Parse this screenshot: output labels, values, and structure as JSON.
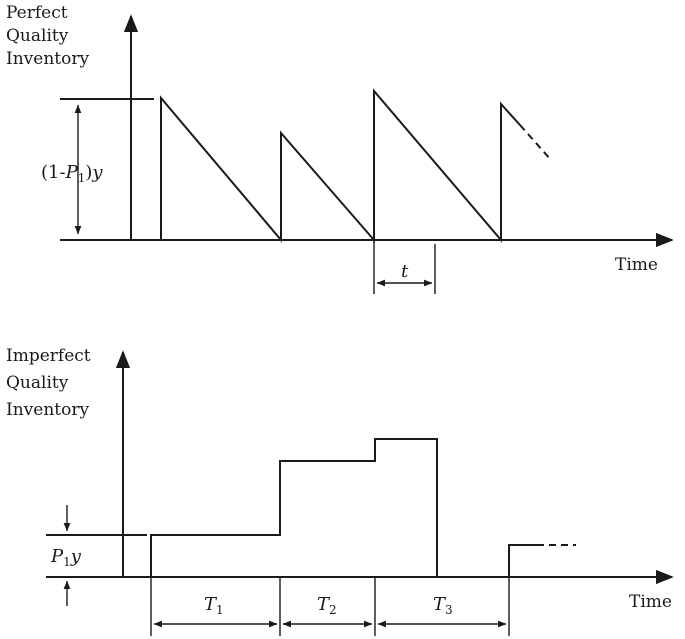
{
  "top_panel": {
    "y_axis_label": [
      "Perfect",
      "Quality",
      "Inventory"
    ],
    "x_axis_label": "Time",
    "level_label": {
      "prefix": "(1-",
      "var": "P",
      "sub": "1",
      "close": ")",
      "suffix": "y"
    },
    "interval_label": "t"
  },
  "bottom_panel": {
    "y_axis_label": [
      "Imperfect",
      "Quality",
      "Inventory"
    ],
    "x_axis_label": "Time",
    "level_label": {
      "var": "P",
      "sub": "1",
      "suffix": "y"
    },
    "periods": [
      {
        "var": "T",
        "sub": "1"
      },
      {
        "var": "T",
        "sub": "2"
      },
      {
        "var": "T",
        "sub": "3"
      }
    ]
  },
  "colors": {
    "line": "#1a1a1a",
    "background": "#ffffff"
  }
}
